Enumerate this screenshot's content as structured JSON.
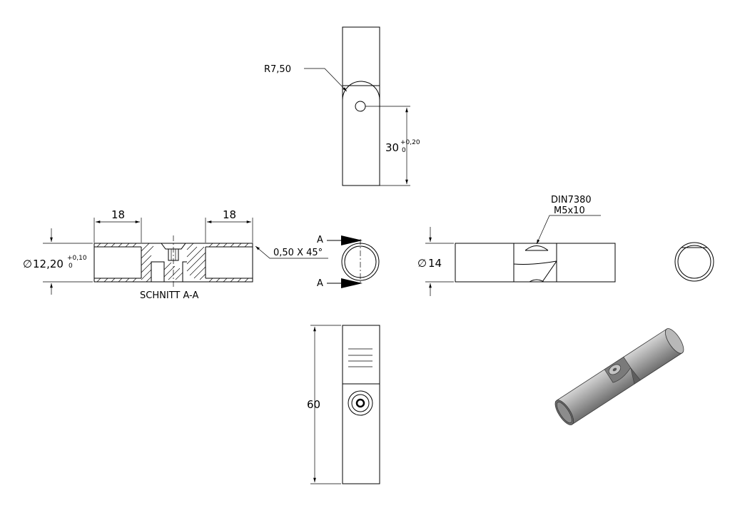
{
  "top_view": {
    "radius_label": "R7,50",
    "dim_main": "30",
    "dim_tol_upper": "+0,20",
    "dim_tol_lower": "0"
  },
  "section_view": {
    "dim_left": "18",
    "dim_right": "18",
    "dia_symbol": "∅",
    "dia_value": "12,20",
    "dia_tol_upper": "+0,10",
    "dia_tol_lower": "0",
    "chamfer_label": "0,50 X 45°",
    "title": "SCHNITT A-A",
    "cut_label_top": "A",
    "cut_label_bottom": "A"
  },
  "side_view": {
    "screw_line1": "DIN7380",
    "screw_line2": "M5x10",
    "dia_symbol": "∅",
    "dia_value": "14"
  },
  "bottom_view": {
    "length_label": "60"
  },
  "colors": {
    "line": "#000000",
    "iso_body": "#a6a6a6",
    "iso_shadow": "#6e6e6e",
    "iso_highlight": "#d4d4d4"
  }
}
